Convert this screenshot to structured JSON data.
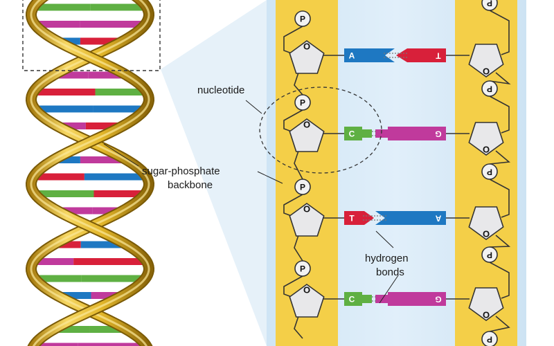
{
  "labels": {
    "nucleotide": "nucleotide",
    "backbone_line1": "sugar-phosphate",
    "backbone_line2": "backbone",
    "hbond_line1": "hydrogen",
    "hbond_line2": "bonds"
  },
  "phosphate_symbol": "P",
  "oxygen_symbol": "O",
  "base_pairs": [
    {
      "left": "A",
      "right": "T"
    },
    {
      "left": "C",
      "right": "G"
    },
    {
      "left": "T",
      "right": "A"
    },
    {
      "left": "C",
      "right": "G"
    }
  ],
  "colors": {
    "backbone": "#f5d04a",
    "panel": "#d6eaf7",
    "A": "#1e78c2",
    "T": "#d8203a",
    "C": "#5fb043",
    "G": "#c03a9c",
    "helix": "#e2b62a"
  }
}
